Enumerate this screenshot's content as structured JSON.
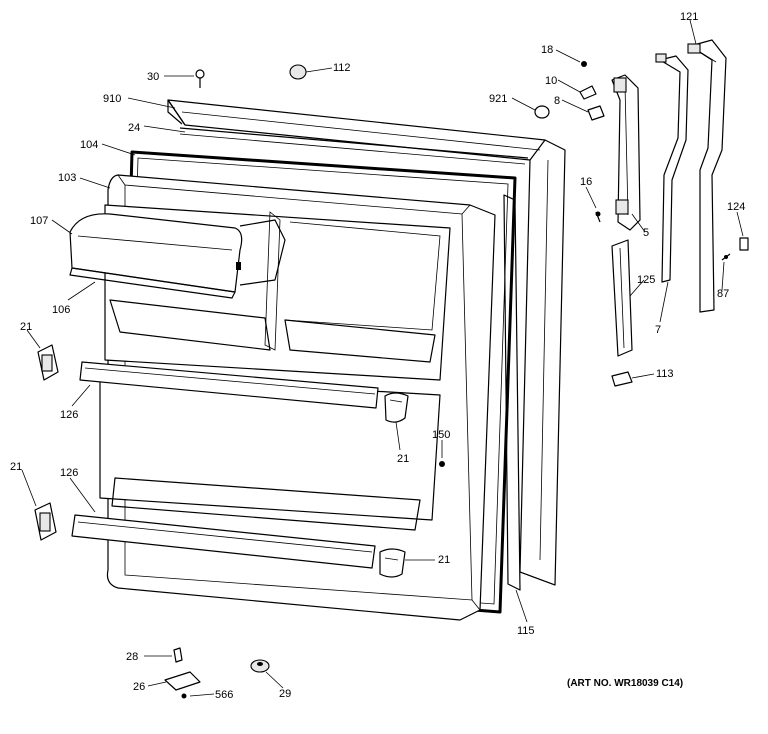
{
  "callouts": {
    "c30": "30",
    "c112": "112",
    "c910": "910",
    "c24": "24",
    "c104": "104",
    "c103": "103",
    "c107": "107",
    "c106": "106",
    "c21a": "21",
    "c126a": "126",
    "c21b": "21",
    "c126b": "126",
    "c121": "121",
    "c18": "18",
    "c10": "10",
    "c921": "921",
    "c8": "8",
    "c16": "16",
    "c5": "5",
    "c124": "124",
    "c125": "125",
    "c87": "87",
    "c7": "7",
    "c113": "113",
    "c150": "150",
    "c21c": "21",
    "c21d": "21",
    "c115": "115",
    "c28": "28",
    "c26": "26",
    "c566": "566",
    "c29": "29"
  },
  "art_number": "(ART NO. WR18039 C14)"
}
